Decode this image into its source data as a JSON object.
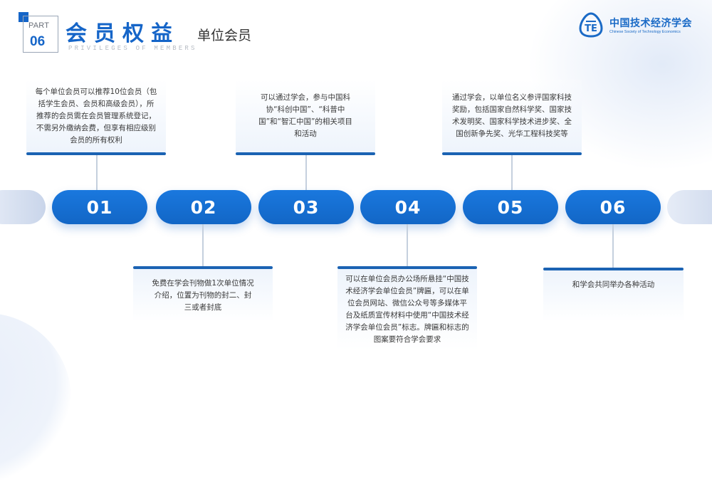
{
  "header": {
    "part_label": "PART",
    "part_number": "06",
    "title": "会员权益",
    "subtitle": "单位会员",
    "subtitle_en": "PRIVILEGES OF MEMBERS"
  },
  "logo": {
    "icon_text": "TE",
    "name_cn": "中国技术经济学会",
    "name_en": "Chinese Society of Technology Economics",
    "color": "#1a6ac6"
  },
  "colors": {
    "accent": "#1565c8",
    "pill": "#1870d6",
    "card_bar": "#1b63b3",
    "text": "#3a3a3a"
  },
  "timeline": {
    "items": [
      {
        "number": "01",
        "position": "top",
        "text": "每个单位会员可以推荐10位会员（包括学生会员、会员和高级会员），所推荐的会员需在会员管理系统登记，不需另外缴纳会费，但享有相应级别会员的所有权利"
      },
      {
        "number": "02",
        "position": "bottom",
        "text": "免费在学会刊物做1次单位情况介绍，位置为刊物的封二、封三或者封底"
      },
      {
        "number": "03",
        "position": "top",
        "text": "可以通过学会，参与中国科协“科创中国”、“科普中国”和“智汇中国”的相关项目和活动"
      },
      {
        "number": "04",
        "position": "bottom",
        "text": "可以在单位会员办公场所悬挂“中国技术经济学会单位会员”牌匾，可以在单位会员网站、微信公众号等多媒体平台及纸质宣传材料中使用“中国技术经济学会单位会员”标志。牌匾和标志的图案要符合学会要求"
      },
      {
        "number": "05",
        "position": "top",
        "text": "通过学会，以单位名义参评国家科技奖励，包括国家自然科学奖、国家技术发明奖、国家科学技术进步奖、全国创新争先奖、光华工程科技奖等"
      },
      {
        "number": "06",
        "position": "bottom",
        "text": "和学会共同举办各种活动"
      }
    ]
  }
}
